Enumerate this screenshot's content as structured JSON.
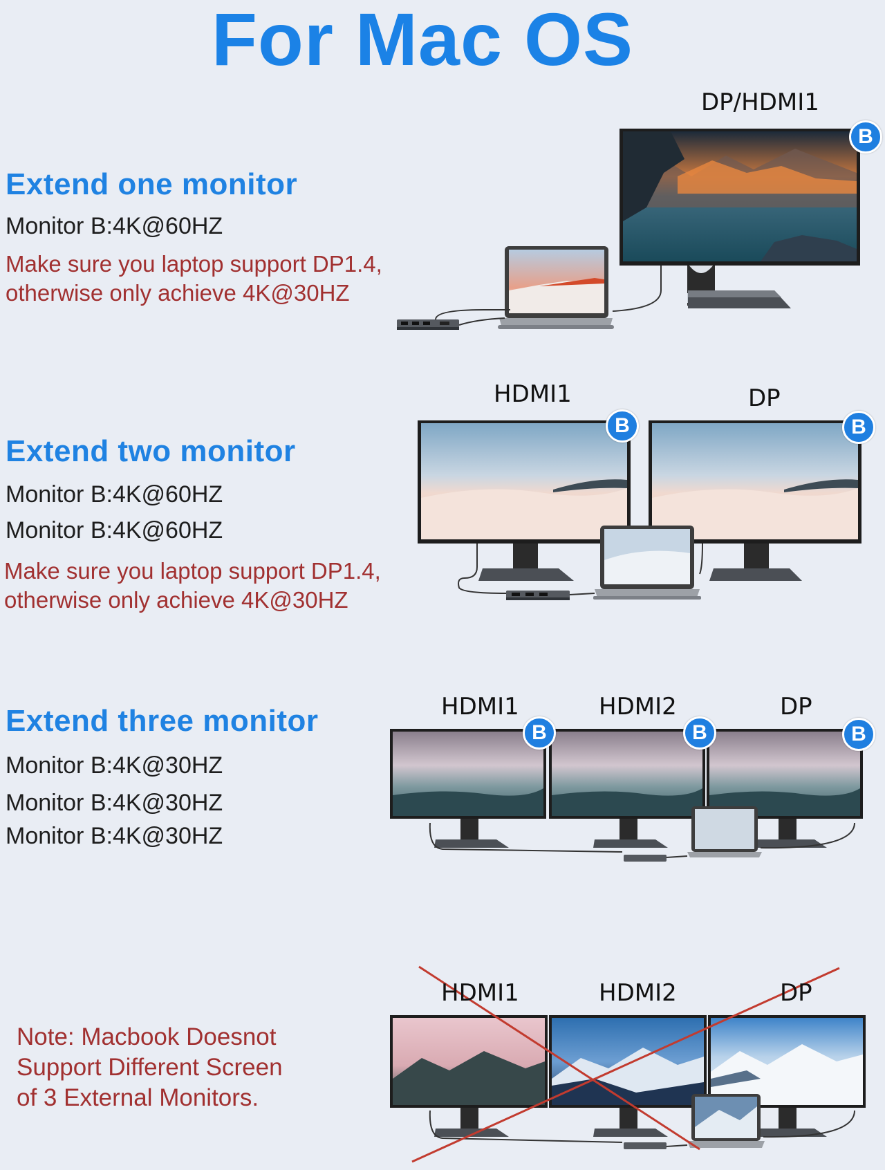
{
  "title": "For Mac OS",
  "sections": [
    {
      "heading": "Extend one monitor",
      "specs": [
        "Monitor B:4K@60HZ"
      ],
      "warning": [
        "Make sure you laptop support DP1.4,",
        "otherwise only achieve 4K@30HZ"
      ],
      "ports": [
        "DP/HDMI1"
      ],
      "badge": "B"
    },
    {
      "heading": "Extend two monitor",
      "specs": [
        "Monitor B:4K@60HZ",
        "Monitor B:4K@60HZ"
      ],
      "warning": [
        "Make sure you laptop support DP1.4,",
        "otherwise only achieve 4K@30HZ"
      ],
      "ports": [
        "HDMI1",
        "DP"
      ],
      "badge": "B"
    },
    {
      "heading": "Extend three monitor",
      "specs": [
        "Monitor B:4K@30HZ",
        "Monitor B:4K@30HZ",
        "Monitor B:4K@30HZ"
      ],
      "ports": [
        "HDMI1",
        "HDMI2",
        "DP"
      ],
      "badge": "B"
    },
    {
      "note": [
        "Note: Macbook Doesnot",
        "Support Different Screen",
        "of 3 External Monitors."
      ],
      "ports": [
        "HDMI1",
        "HDMI2",
        "DP"
      ]
    }
  ]
}
